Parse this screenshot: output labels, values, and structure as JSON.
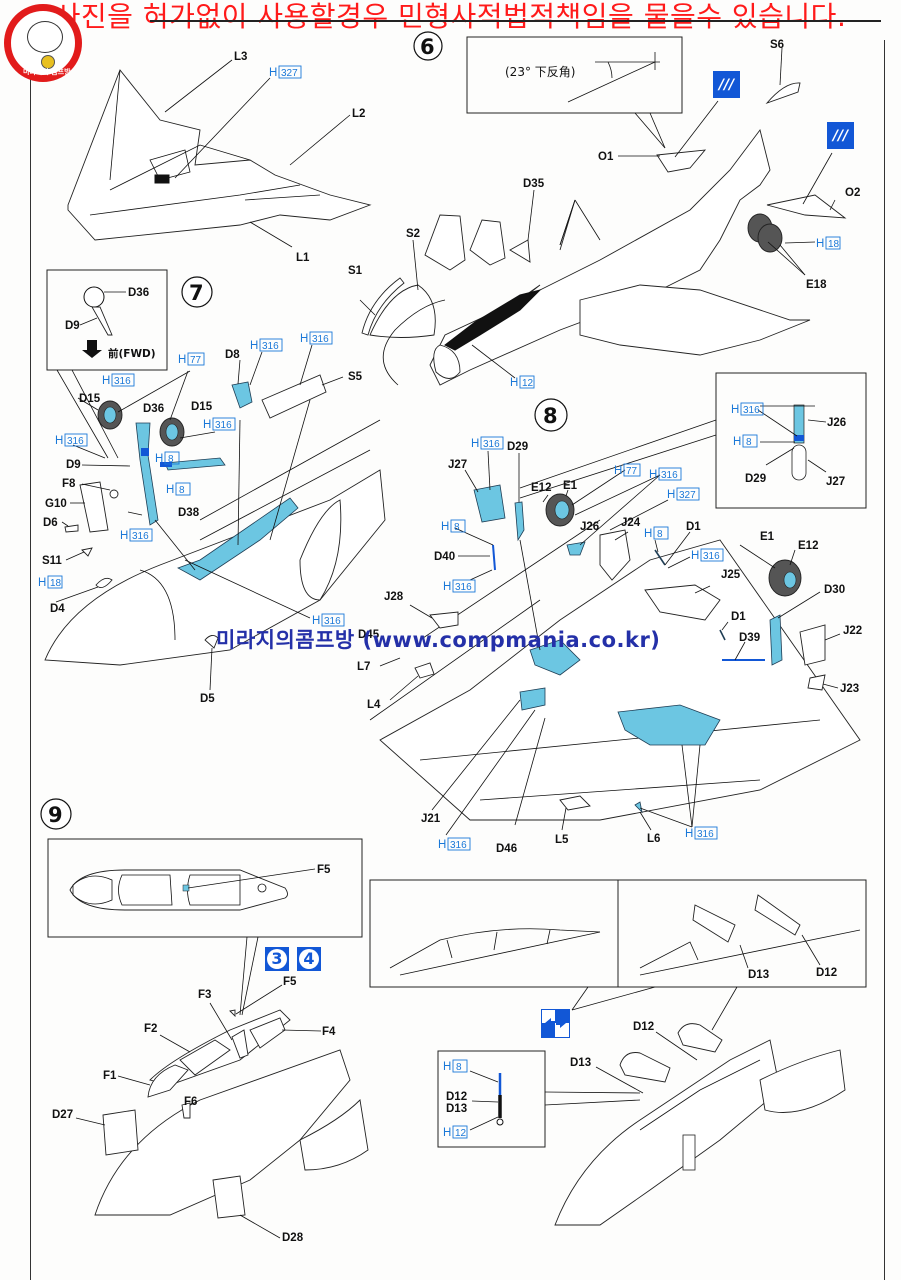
{
  "watermark": {
    "text": "사진을 허가없이 사용할경우 민형사적법적책임을 물을수 있습니다.",
    "color": "#ff1a1a"
  },
  "logo": {
    "text": "미라지의 콤프방",
    "ring_color": "#e21b1b"
  },
  "url_watermark": {
    "text": "미라지의콤프방 (www.compmania.co.kr)",
    "color": "#2430a8"
  },
  "colors": {
    "paint_code_blue": "#1a78d8",
    "part_fill_blue": "#6cc6e2",
    "icon_blue": "#1257d6"
  },
  "steps": [
    {
      "number": "6"
    },
    {
      "number": "7"
    },
    {
      "number": "8"
    },
    {
      "number": "9"
    }
  ],
  "step_wing": {
    "labels": {
      "L3": "L3",
      "L2": "L2",
      "L1": "L1"
    },
    "paint": {
      "prefix": "H",
      "code": "327"
    }
  },
  "step6": {
    "inset_text": "(23° 下反角)",
    "labels": {
      "S6": "S6",
      "O1": "O1",
      "O2": "O2",
      "D35": "D35",
      "S1": "S1",
      "S2": "S2",
      "E18": "E18"
    },
    "paints": [
      {
        "prefix": "H",
        "code": "18"
      },
      {
        "prefix": "H",
        "code": "12"
      }
    ],
    "decal_icons": [
      "decal-stripe-icon",
      "decal-stripe-icon"
    ]
  },
  "step7": {
    "inset": {
      "D36": "D36",
      "D9": "D9",
      "fwd_text": "前(FWD)"
    },
    "labels": {
      "D8": "D8",
      "S5": "S5",
      "D15a": "D15",
      "D15b": "D15",
      "D36": "D36",
      "D9": "D9",
      "D38": "D38",
      "F8": "F8",
      "G10": "G10",
      "D6": "D6",
      "S11": "S11",
      "D4": "D4",
      "D5": "D5"
    },
    "paints": {
      "h316": {
        "prefix": "H",
        "code": "316"
      },
      "h77": {
        "prefix": "H",
        "code": "77"
      },
      "h8": {
        "prefix": "H",
        "code": "8"
      },
      "h18": {
        "prefix": "H",
        "code": "18"
      }
    }
  },
  "step8": {
    "inset": {
      "J26": "J26",
      "D29": "D29",
      "J27": "J27"
    },
    "labels": {
      "J27": "J27",
      "D29": "D29",
      "E12a": "E12",
      "E1a": "E1",
      "J26": "J26",
      "J24": "J24",
      "D1a": "D1",
      "D40": "D40",
      "J25": "J25",
      "E1b": "E1",
      "E12b": "E12",
      "D30": "D30",
      "D1b": "D1",
      "D39": "D39",
      "J22": "J22",
      "J23": "J23",
      "J28": "J28",
      "D45": "D45",
      "L7": "L7",
      "L4": "L4",
      "J21": "J21",
      "D46": "D46",
      "L5": "L5",
      "L6": "L6"
    },
    "paints": {
      "h316": {
        "prefix": "H",
        "code": "316"
      },
      "h77": {
        "prefix": "H",
        "code": "77"
      },
      "h327": {
        "prefix": "H",
        "code": "327"
      },
      "h8": {
        "prefix": "H",
        "code": "8"
      }
    }
  },
  "step9": {
    "labels": {
      "F5a": "F5",
      "F5b": "F5",
      "F3": "F3",
      "F2": "F2",
      "F4": "F4",
      "F1": "F1",
      "F6": "F6",
      "D27": "D27",
      "D28": "D28",
      "D13a": "D13",
      "D12a": "D12",
      "D12b": "D12",
      "D13b": "D13",
      "D12c": "D12",
      "D13c": "D13"
    },
    "option_icons": [
      "3",
      "4"
    ],
    "paints": {
      "h8": {
        "prefix": "H",
        "code": "8"
      },
      "h12": {
        "prefix": "H",
        "code": "12"
      }
    }
  }
}
